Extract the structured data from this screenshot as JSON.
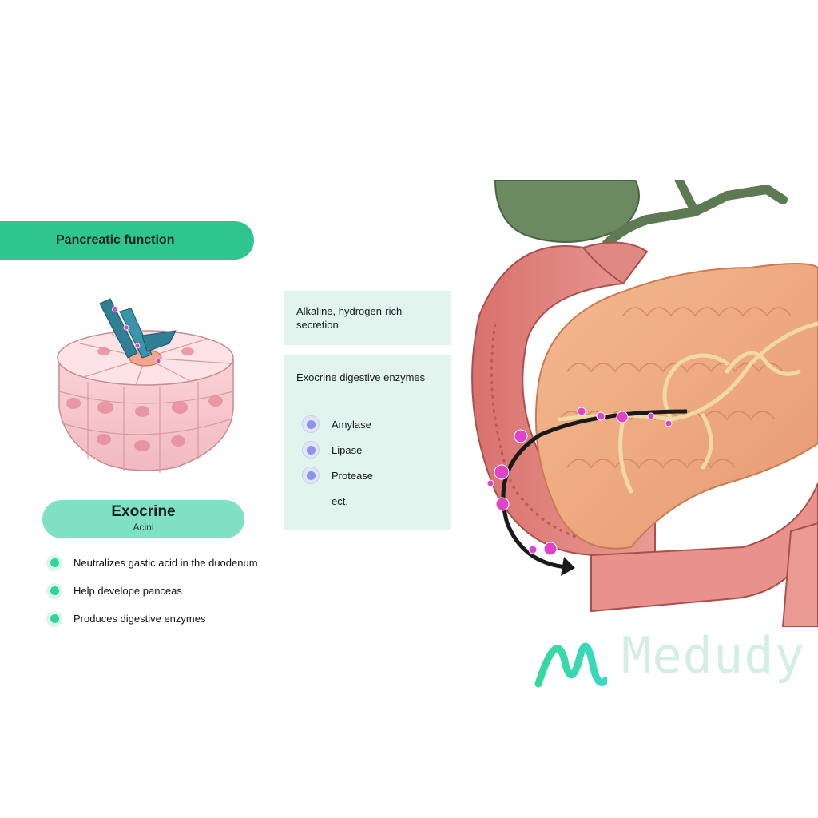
{
  "banner": {
    "title": "Pancreatic function"
  },
  "exocrine": {
    "title": "Exocrine",
    "subtitle": "Acini",
    "bullets": [
      "Neutralizes gastic acid in the duodenum",
      "Help develope panceas",
      "Produces digestive enzymes"
    ]
  },
  "secretion_box": {
    "text": "Alkaline, hydrogen-rich secretion"
  },
  "enzymes_box": {
    "heading": "Exocrine digestive enzymes",
    "items": [
      "Amylase",
      "Lipase",
      "Protease"
    ],
    "extra": "ect."
  },
  "logo": {
    "wordmark": "Medudy"
  },
  "colors": {
    "accent_green": "#2fc58f",
    "pill_green": "#7fe0c2",
    "box_mint": "#e1f4ee",
    "enzyme_dot": "#8b93ea",
    "logo_text": "#d4eee3"
  },
  "icons": [
    "acini-cluster-illustration",
    "pancreas-duodenum-illustration",
    "medudy-logo-mark"
  ]
}
